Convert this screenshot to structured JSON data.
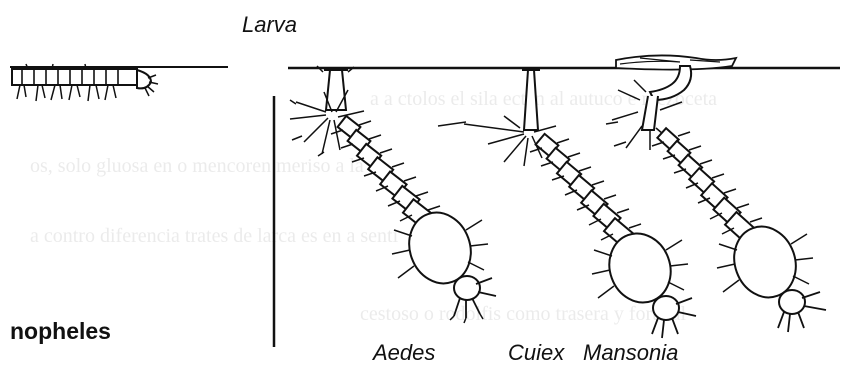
{
  "title": "Larva",
  "larvae": [
    {
      "id": "anopheles",
      "label": "nopheles"
    },
    {
      "id": "aedes",
      "label": "Aedes"
    },
    {
      "id": "culex",
      "label": "Cuiex"
    },
    {
      "id": "mansonia",
      "label": "Mansonia"
    }
  ],
  "colors": {
    "ink": "#111111",
    "background": "#ffffff",
    "bleed_text": "#d8d8d8"
  }
}
